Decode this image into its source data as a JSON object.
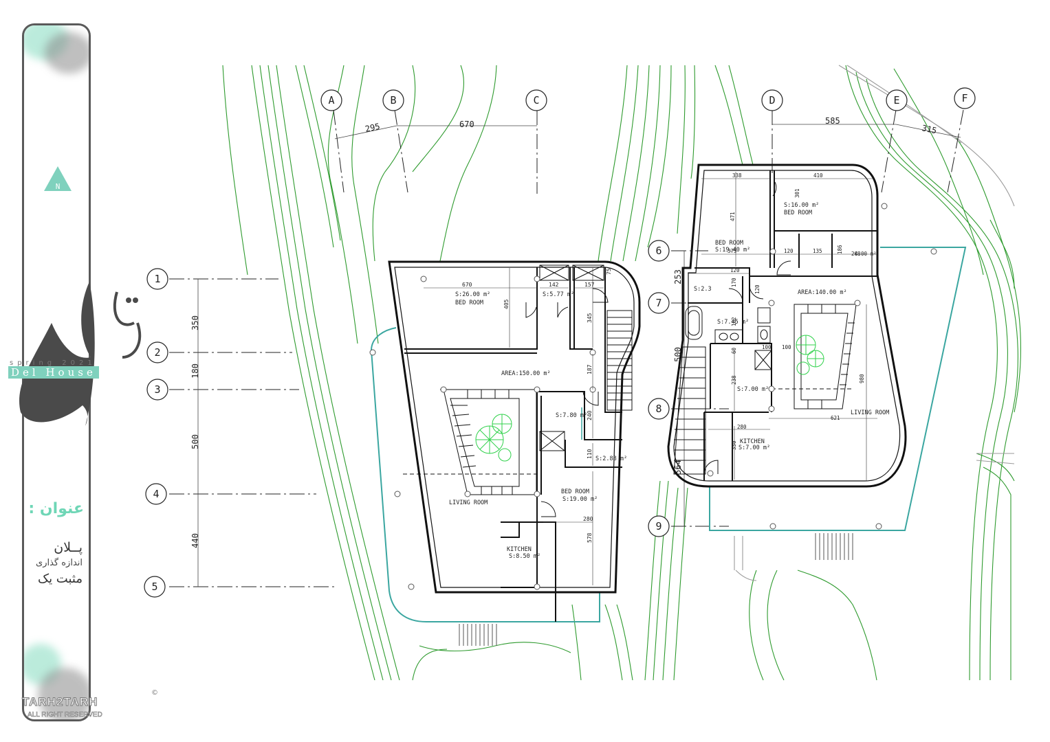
{
  "sidebar": {
    "north_label": "N",
    "logo_calligraphy": "خانه دل",
    "season_text": "spring 2021",
    "house_text": "Del House",
    "title_label": "عنوان :",
    "title_lines": [
      "پــلان",
      "اندازه گذاری",
      "مثبت یک"
    ],
    "watermark_main": "TARH2TARH",
    "watermark_sub": "ALL RIGHT RESERVED",
    "watermark_mark": "©",
    "colors": {
      "accent": "#6fd6b6",
      "frame": "#5a5a5a"
    }
  },
  "grid": {
    "columns": [
      "A",
      "B",
      "C",
      "D",
      "E",
      "F"
    ],
    "rows": [
      "1",
      "2",
      "3",
      "4",
      "5",
      "6",
      "7",
      "8",
      "9"
    ],
    "left_col_dims": [
      "295",
      "670"
    ],
    "right_col_dims": [
      "585",
      "315"
    ],
    "left_row_dims": [
      "350",
      "180",
      "500",
      "440"
    ],
    "right_row_dims": [
      "253",
      "500",
      "564"
    ]
  },
  "plan_left": {
    "bedroom_1": {
      "area": "S:26.00 m²",
      "name": "BED ROOM"
    },
    "closet": {
      "area": "S:5.77 m²"
    },
    "total_area": "AREA:150.00 m²",
    "bath": {
      "area": "S:7.80 m²"
    },
    "wc": {
      "area": "S:2.88 m²"
    },
    "bedroom_2": {
      "area": "S:19.00 m²",
      "name": "BED ROOM"
    },
    "living": {
      "name": "LIVING ROOM"
    },
    "kitchen": {
      "name": "KITCHEN",
      "area": "S:8.50 m²"
    },
    "dims": [
      "670",
      "142",
      "157",
      "405",
      "345",
      "187",
      "240",
      "110",
      "280",
      "578",
      "75"
    ]
  },
  "plan_right": {
    "bedroom_1": {
      "area": "S:16.00 m²",
      "name": "BED ROOM"
    },
    "bedroom_2": {
      "name": "BED ROOM",
      "area": "S:19.40 m²"
    },
    "total_area": "AREA:140.00 m²",
    "wc": {
      "area": "S:2.3"
    },
    "bath": {
      "area": "S:7.45 m²"
    },
    "room_small": {
      "area": "S:7.00 m²"
    },
    "kitchen": {
      "name": "KITCHEN",
      "area": "S:7.00 m²"
    },
    "living": {
      "name": "LIVING ROOM"
    },
    "dims": [
      "338",
      "410",
      "301",
      "471",
      "375",
      "120",
      "135",
      "186",
      "208",
      "120",
      "120",
      "170",
      "182",
      "100",
      "60",
      "100",
      "238",
      "280",
      "350",
      "621",
      "980",
      "4.00 m²"
    ]
  }
}
